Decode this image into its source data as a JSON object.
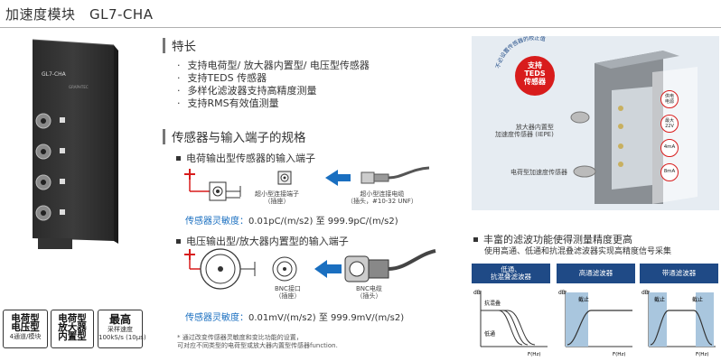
{
  "header": {
    "title": "加速度模块　GL7-CHA"
  },
  "device": {
    "label": "GL7-CHA"
  },
  "features": {
    "heading": "特长",
    "items": [
      "支持电荷型/ 放大器内置型/ 电压型传感器",
      "支持TEDS 传感器",
      "多样化滤波器支持高精度测量",
      "支持RMS有效值测量"
    ]
  },
  "terminals": {
    "heading": "传感器与输入端子的规格",
    "charge": {
      "label": "电荷输出型传感器的输入端子",
      "connector": "超小型连接端子\n（插座）",
      "cable": "超小型连接电缆\n（插头，#10-32 UNF）",
      "sens_label": "传感器灵敏度：",
      "sens_value": "0.01pC/(m/s2) 至 999.9pC/(m/s2)"
    },
    "voltage": {
      "label": "电压输出型/放大器内置型的输入端子",
      "connector": "BNC接口\n（插座）",
      "cable": "BNC电缆\n（插头）",
      "sens_label": "传感器灵敏度：",
      "sens_value": "0.01mV/(m/s2) 至 999.9mV/(m/s2)"
    }
  },
  "badges": [
    {
      "big": "电荷型\n电压型",
      "sub": "4通道/模块"
    },
    {
      "big": "电荷型\n放大器\n内置型",
      "sub": ""
    },
    {
      "big": "最高",
      "sub": "采样速度\n100kS/s (10μs)"
    }
  ],
  "note": "* 通过改变传感器灵敏度和变比功能的设置，\n可对应不同类型的电荷型或放大器内置型传感器function.",
  "teds": {
    "arc_text": "不必设置传感器的校正值",
    "badge": "支持\nTEDS\n传感器",
    "amp_label": "放大器内置型\n加速度传感器 (IEPE)",
    "charge_label": "电荷型加速度传感器",
    "circles": [
      "供电\n电源",
      "最大\n22V",
      "4mA",
      "8mA"
    ]
  },
  "filter": {
    "heading": "丰富的滤波功能使得测量精度更高",
    "sub": "使用高通、低通和抗混叠滤波器实现高精度信号采集",
    "panels": [
      {
        "title": "低通、\n抗混叠滤波器",
        "y": "dB",
        "x": "F(Hz)",
        "l1": "抗混叠",
        "l2": "低通"
      },
      {
        "title": "高通滤波器",
        "y": "dB",
        "x": "F(Hz)",
        "l1": "截止",
        "l2": ""
      },
      {
        "title": "带通滤波器",
        "y": "dB",
        "x": "F(Hz)",
        "l1": "截止",
        "l2": "截止"
      }
    ]
  },
  "colors": {
    "accent": "#1f4a86",
    "red": "#d81c1c",
    "blue_text": "#1a6fc0"
  }
}
